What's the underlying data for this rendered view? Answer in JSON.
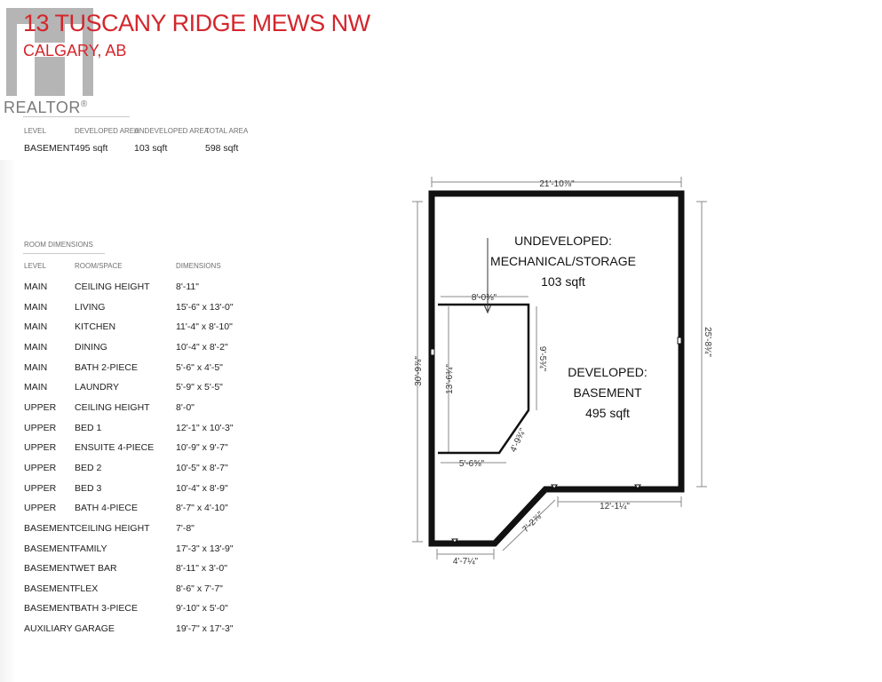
{
  "header": {
    "title": "13 TUSCANY RIDGE MEWS NW",
    "subtitle": "CALGARY, AB",
    "logo_text": "REALTOR",
    "logo_mark": "®"
  },
  "area_table": {
    "headers": [
      "LEVEL",
      "DEVELOPED AREA",
      "UNDEVELOPED AREA",
      "TOTAL AREA"
    ],
    "rows": [
      [
        "BASEMENT",
        "495 sqft",
        "103 sqft",
        "598 sqft"
      ]
    ]
  },
  "rooms": {
    "heading": "ROOM DIMENSIONS",
    "headers": [
      "LEVEL",
      "ROOM/SPACE",
      "DIMENSIONS"
    ],
    "rows": [
      [
        "MAIN",
        "CEILING HEIGHT",
        "8'-11\""
      ],
      [
        "MAIN",
        "LIVING",
        "15'-6\" x 13'-0\""
      ],
      [
        "MAIN",
        "KITCHEN",
        "11'-4\" x 8'-10\""
      ],
      [
        "MAIN",
        "DINING",
        "10'-4\" x 8'-2\""
      ],
      [
        "MAIN",
        "BATH 2-PIECE",
        "5'-6\" x 4'-5\""
      ],
      [
        "MAIN",
        "LAUNDRY",
        "5'-9\" x 5'-5\""
      ],
      [
        "UPPER",
        "CEILING HEIGHT",
        "8'-0\""
      ],
      [
        "UPPER",
        "BED 1",
        "12'-1\" x 10'-3\""
      ],
      [
        "UPPER",
        "ENSUITE 4-PIECE",
        "10'-9\" x 9'-7\""
      ],
      [
        "UPPER",
        "BED 2",
        "10'-5\" x 8'-7\""
      ],
      [
        "UPPER",
        "BED 3",
        "10'-4\" x 8'-9\""
      ],
      [
        "UPPER",
        "BATH 4-PIECE",
        "8'-7\" x 4'-10\""
      ],
      [
        "BASEMENT",
        "CEILING HEIGHT",
        "7'-8\""
      ],
      [
        "BASEMENT",
        "FAMILY",
        "17'-3\" x 13'-9\""
      ],
      [
        "BASEMENT",
        "WET BAR",
        "8'-11\" x 3'-0\""
      ],
      [
        "BASEMENT",
        "FLEX",
        "8'-6\" x 7'-7\""
      ],
      [
        "BASEMENT",
        "BATH 3-PIECE",
        "9'-10\" x 5'-0\""
      ],
      [
        "AUXILIARY",
        "GARAGE",
        "19'-7\" x 17'-3\""
      ]
    ]
  },
  "plan": {
    "undeveloped_label": [
      "UNDEVELOPED:",
      "MECHANICAL/STORAGE",
      "103 sqft"
    ],
    "developed_label": [
      "DEVELOPED:",
      "BASEMENT",
      "495 sqft"
    ],
    "dims": {
      "top": "21'-10⅞\"",
      "left": "30'-9⅞\"",
      "right": "25'-8¾\"",
      "bottom_right": "12'-1¼\"",
      "diagonal": "7'-2⅞\"",
      "bottom_left": "4'-7¼\"",
      "inner_top": "8'-0⅜\"",
      "inner_left": "13'-6¾\"",
      "inner_right": "9'-5¾\"",
      "inner_diag": "4'-9¾\"",
      "inner_bottom": "5'-6⅝\""
    }
  },
  "colors": {
    "title_red": "#d3262c",
    "wall": "#111111"
  }
}
